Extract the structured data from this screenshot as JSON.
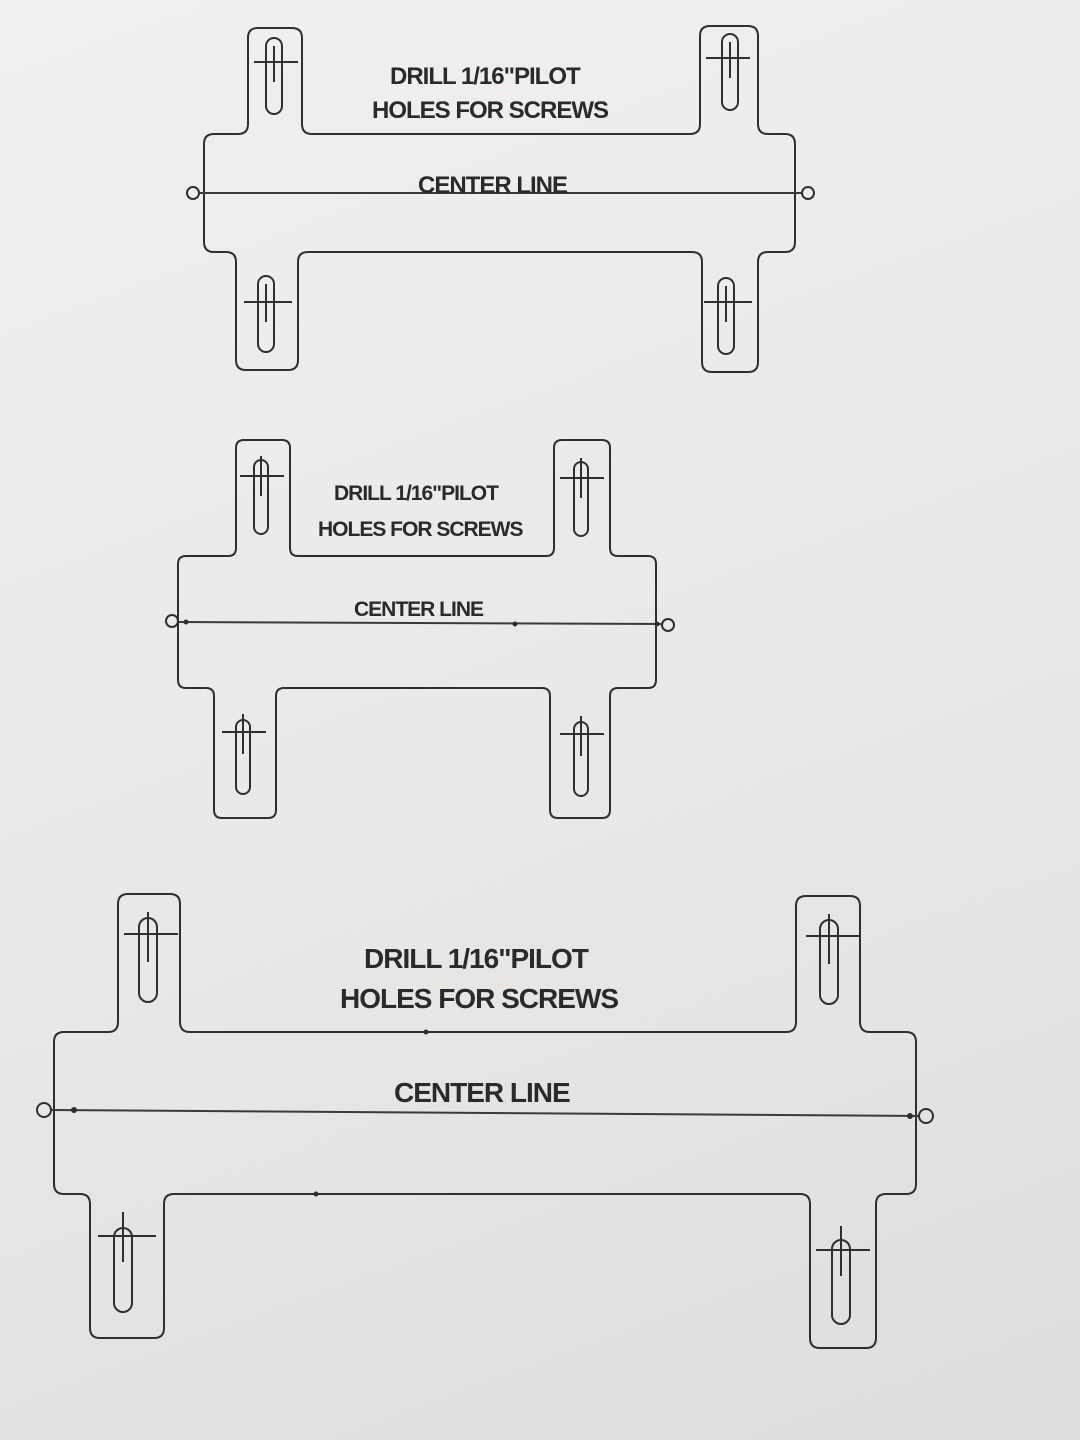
{
  "templates": [
    {
      "id": "template-large-top",
      "label_line1": "DRILL 1/16\"PILOT",
      "label_line2": "HOLES FOR SCREWS",
      "center_label": "CENTER LINE"
    },
    {
      "id": "template-small-middle",
      "label_line1": "DRILL 1/16\"PILOT",
      "label_line2": "HOLES FOR SCREWS",
      "center_label": "CENTER LINE"
    },
    {
      "id": "template-wide-bottom",
      "label_line1": "DRILL 1/16\"PILOT",
      "label_line2": "HOLES FOR SCREWS",
      "center_label": "CENTER LINE"
    }
  ],
  "colors": {
    "ink": "#2f2f2f",
    "paper": "#eceae8"
  }
}
